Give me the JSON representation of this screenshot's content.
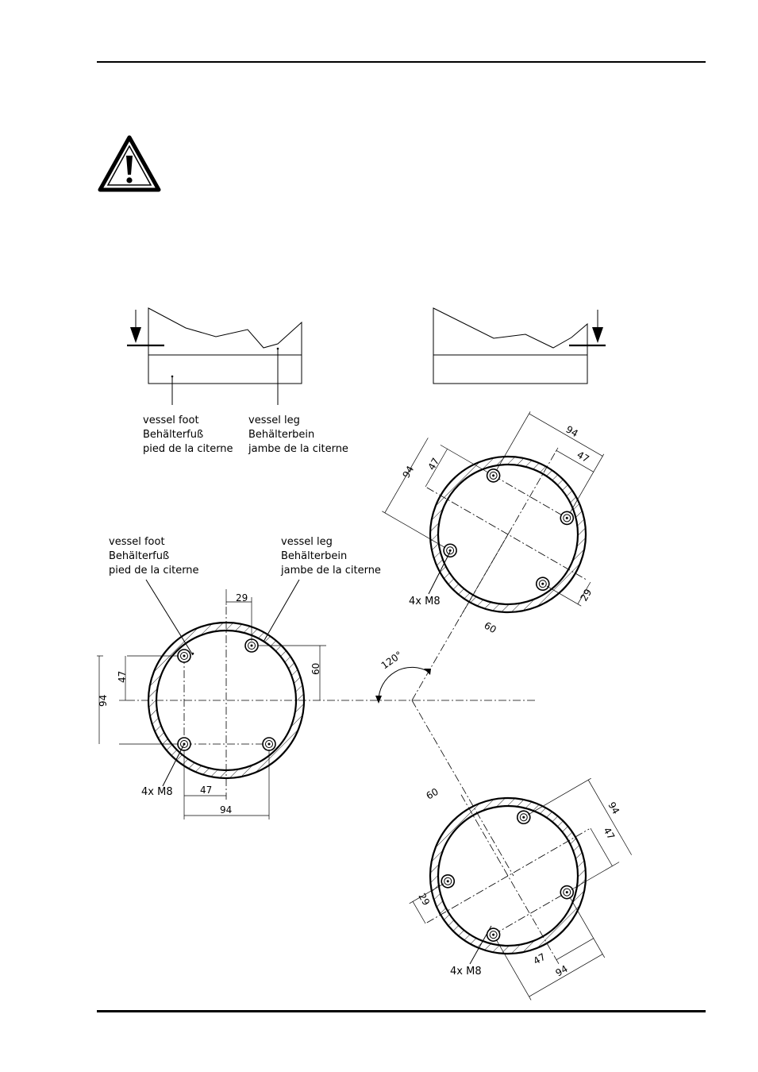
{
  "labels": {
    "vessel_foot": [
      "vessel foot",
      "Behälterfuß",
      "pied de la citerne"
    ],
    "vessel_leg": [
      "vessel leg",
      "Behälterbein",
      "jambe de la citerne"
    ],
    "bolts": "4x M8",
    "angle": "120°"
  },
  "dimensions": {
    "d29": "29",
    "d47": "47",
    "d60": "60",
    "d94": "94"
  }
}
